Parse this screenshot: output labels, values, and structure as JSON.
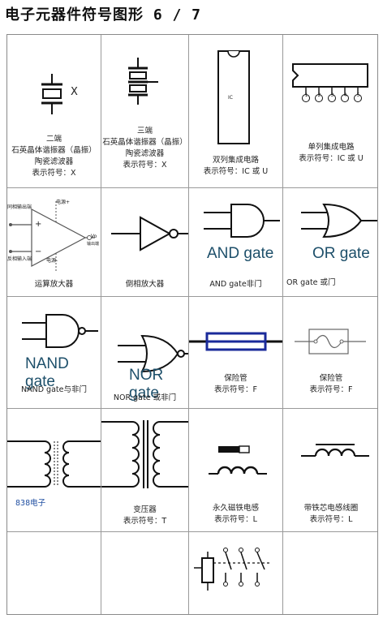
{
  "page": {
    "title": "电子元器件符号图形 6 / 7"
  },
  "cells": {
    "crystal_2": {
      "lines": [
        "二端",
        "石英晶体谐振器（晶振）",
        "陶瓷滤波器",
        "表示符号：X"
      ],
      "symbol_letter": "X"
    },
    "crystal_3": {
      "lines": [
        "三端",
        "石英晶体谐振器（晶振）",
        "陶瓷滤波器",
        "表示符号：X"
      ]
    },
    "dip_ic": {
      "lines": [
        "双列集成电路",
        "表示符号：IC 或 U"
      ],
      "chip_label": "IC"
    },
    "sip_ic": {
      "lines": [
        "单列集成电路",
        "表示符号：IC 或 U"
      ],
      "pins": [
        "1",
        "2",
        "3",
        "4",
        "5"
      ]
    },
    "opamp": {
      "lines": [
        "运算放大器"
      ],
      "labels": {
        "noninv_input": "同相输出端",
        "power_pos": "电源+",
        "inv_input": "反相输入端",
        "power_neg": "电源-",
        "output": "Vo",
        "output_note": "输出端",
        "plus": "+",
        "minus": "−"
      }
    },
    "inverter": {
      "lines": [
        "倒相放大器"
      ]
    },
    "and_gate": {
      "lines": [
        "AND gate非门"
      ],
      "gate_text": "AND gate"
    },
    "or_gate": {
      "lines": [
        "OR gate  或门"
      ],
      "gate_text": "OR gate"
    },
    "nand_gate": {
      "lines": [
        "NAND gate与非门"
      ],
      "gate_text": "NAND gate"
    },
    "nor_gate": {
      "lines": [
        "NOR gate 或非门"
      ],
      "gate_text": "NOR gate"
    },
    "fuse_1": {
      "lines": [
        "保险管",
        "表示符号：F"
      ]
    },
    "fuse_2": {
      "lines": [
        "保险管",
        "表示符号：F"
      ]
    },
    "transformer_1": {
      "lines": [
        "838电子"
      ]
    },
    "transformer_2": {
      "lines": [
        "变压器",
        "表示符号：T"
      ]
    },
    "perm_inductor": {
      "lines": [
        "永久磁铁电感",
        "表示符号：L"
      ]
    },
    "core_inductor": {
      "lines": [
        "带铁芯电感线圈",
        "表示符号：L"
      ]
    }
  }
}
